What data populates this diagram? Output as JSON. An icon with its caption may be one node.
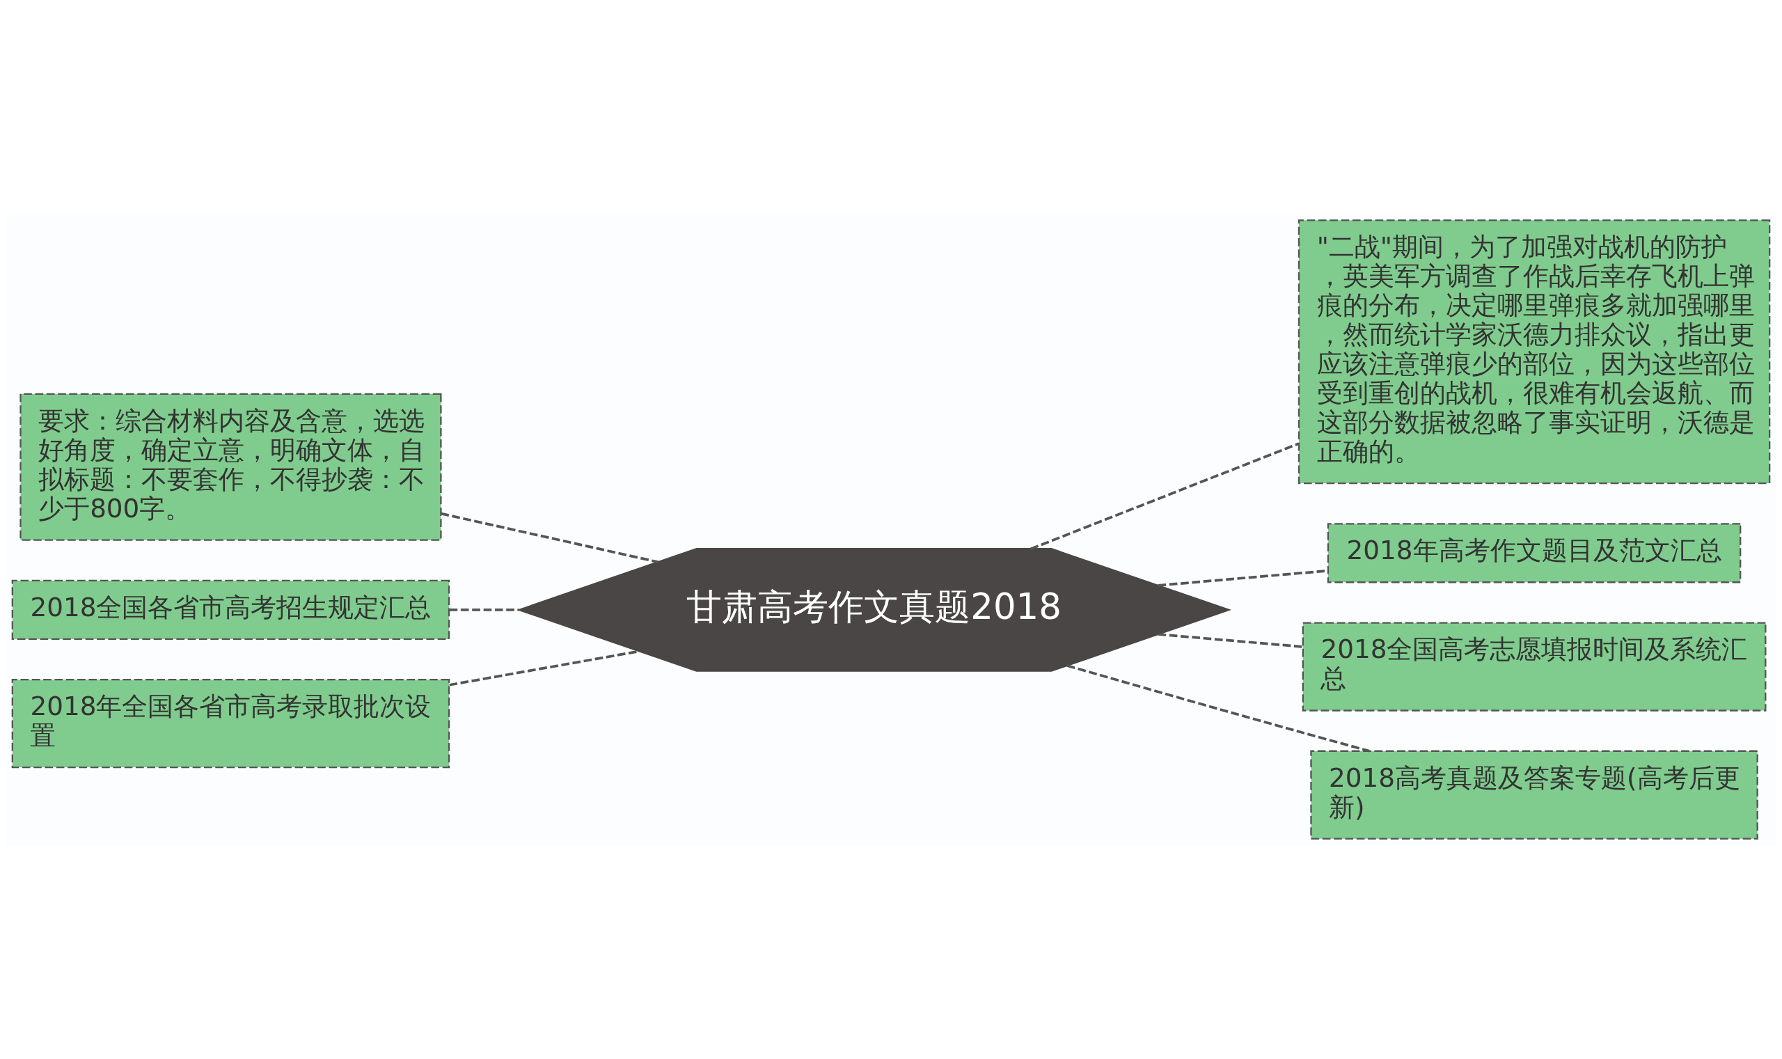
{
  "diagram": {
    "nodes": [
      {
        "text": [
          "甘肃高考作文真题2018"
        ]
      },
      {
        "text": [
          "要求：综合材料内容及含意，选选好角度，确定立意，明确文体，自拟标题：不要套作，不得抄袭：不少于800字。"
        ]
      },
      {
        "text": [
          "2018全国各省市高考招生规定汇总"
        ]
      },
      {
        "text": [
          "2018年全国各省市高考录取批次设置"
        ]
      },
      {
        "text": [
          "\"二战\"期间，为了加强对战机的防护，英美军方调查了作战后幸存飞机上弹痕的分布，决定哪里弹痕多就加强哪里，然而统计学家沃德力排众议，指出更应该注意弹痕少的部位，因为这些部位受到重创的战机，很难有机会返航、而这部分数据被忽略了事实证明，沃德是正确的。"
        ]
      },
      {
        "text": [
          "2018年高考作文题目及范文汇总"
        ]
      },
      {
        "text": [
          "2018全国高考志愿填报时间及系统汇总"
        ]
      },
      {
        "text": [
          "2018高考真题及答案专题(高考后更新)"
        ]
      }
    ],
    "edges": [
      {
        "from": 0,
        "to": 1,
        "arrow": "none",
        "style": "dashed"
      },
      {
        "from": 0,
        "to": 2,
        "arrow": "none",
        "style": "dashed"
      },
      {
        "from": 0,
        "to": 3,
        "arrow": "none",
        "style": "dashed"
      },
      {
        "from": 0,
        "to": 4,
        "arrow": "none",
        "style": "dashed"
      },
      {
        "from": 0,
        "to": 5,
        "arrow": "none",
        "style": "dashed"
      },
      {
        "from": 0,
        "to": 6,
        "arrow": "none",
        "style": "dashed"
      },
      {
        "from": 0,
        "to": 7,
        "arrow": "none",
        "style": "dashed"
      }
    ]
  }
}
